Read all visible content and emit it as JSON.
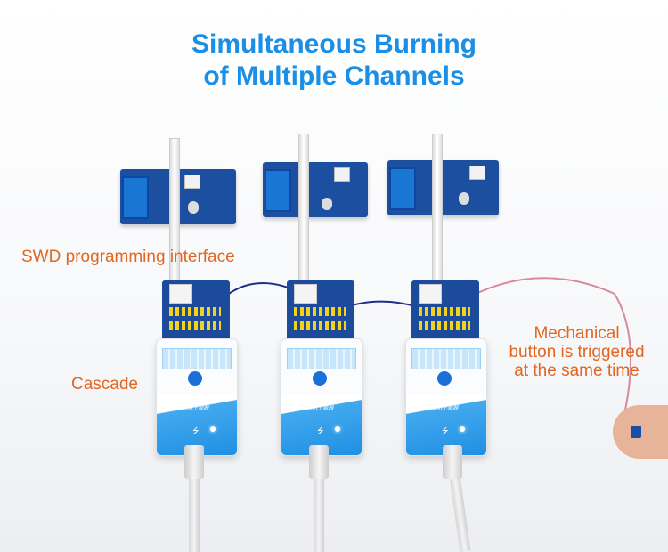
{
  "title": {
    "line1": "Simultaneous Burning",
    "line2": "of Multiple Channels"
  },
  "labels": {
    "swd": "SWD programming interface",
    "cascade": "Cascade",
    "mechanical": [
      "Mechanical",
      "button is triggered",
      "at the same time"
    ]
  },
  "device_label": "Mini-Pro脱机下载器",
  "colors": {
    "title": "#1b8ee6",
    "label": "#e2661f"
  }
}
